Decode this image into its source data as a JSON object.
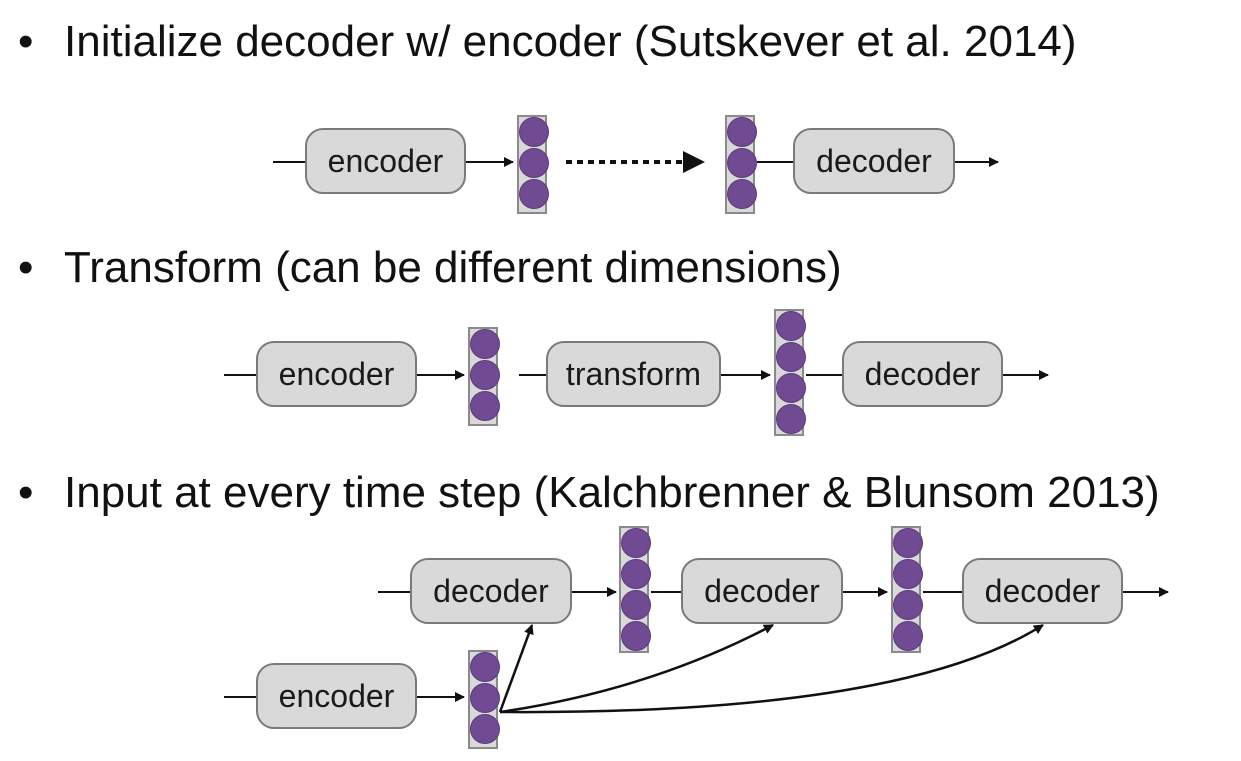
{
  "bullets": {
    "b1": "Initialize decoder w/ encoder (Sutskever et al. 2014)",
    "b2": "Transform (can be different dimensions)",
    "b3": "Input at every time step (Kalchbrenner & Blunsom 2013)",
    "marker": "•"
  },
  "diagram1": {
    "encoder": "encoder",
    "decoder": "decoder"
  },
  "diagram2": {
    "encoder": "encoder",
    "transform": "transform",
    "decoder": "decoder"
  },
  "diagram3": {
    "decoder1": "decoder",
    "decoder2": "decoder",
    "decoder3": "decoder",
    "encoder": "encoder"
  },
  "colors": {
    "vector_fill": "#704a93",
    "box_fill": "#d9d9d9",
    "box_border": "#7a7a7a"
  }
}
